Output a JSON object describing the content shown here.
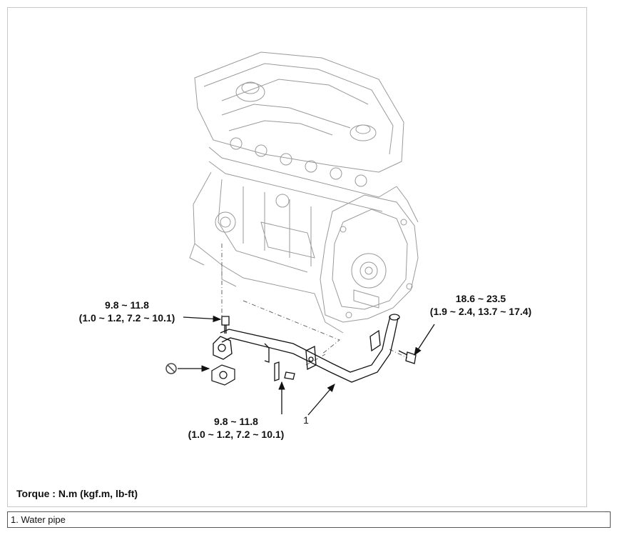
{
  "callouts": {
    "top_left": {
      "line1": "9.8 ~ 11.8",
      "line2": "(1.0 ~ 1.2, 7.2 ~ 10.1)"
    },
    "top_right": {
      "line1": "18.6 ~ 23.5",
      "line2": "(1.9 ~ 2.4, 13.7 ~ 17.4)"
    },
    "bottom": {
      "line1": "9.8 ~ 11.8",
      "line2": "(1.0 ~ 1.2, 7.2 ~ 10.1)"
    },
    "part_number": "1"
  },
  "torque_note": "Torque : N.m (kgf.m, lb-ft)",
  "legend": {
    "item_1": "1. Water pipe"
  },
  "icons": {
    "no_reuse": "prohibit-icon"
  }
}
